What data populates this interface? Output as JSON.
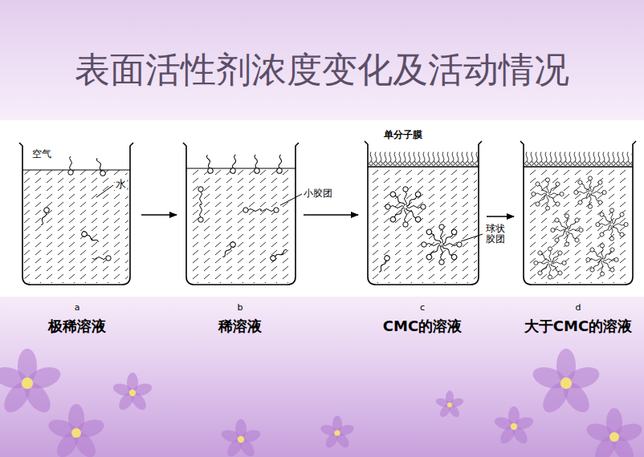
{
  "diagram": {
    "title": "表面活性剂浓度变化及活动情况",
    "nodes": [
      {
        "text": [
          "a",
          "极稀溶液"
        ]
      },
      {
        "text": [
          "b",
          "稀溶液"
        ]
      },
      {
        "text": [
          "c",
          "CMC的溶液"
        ]
      },
      {
        "text": [
          "d",
          "大于CMC的溶液"
        ]
      }
    ],
    "edges": [
      {
        "from": 0,
        "to": 1,
        "arrow": "to"
      },
      {
        "from": 1,
        "to": 2,
        "arrow": "to"
      },
      {
        "from": 2,
        "to": 3,
        "arrow": "to"
      }
    ],
    "labels": [
      "空气",
      "水",
      "小胶团",
      "单分子膜",
      "球状胶团"
    ]
  }
}
